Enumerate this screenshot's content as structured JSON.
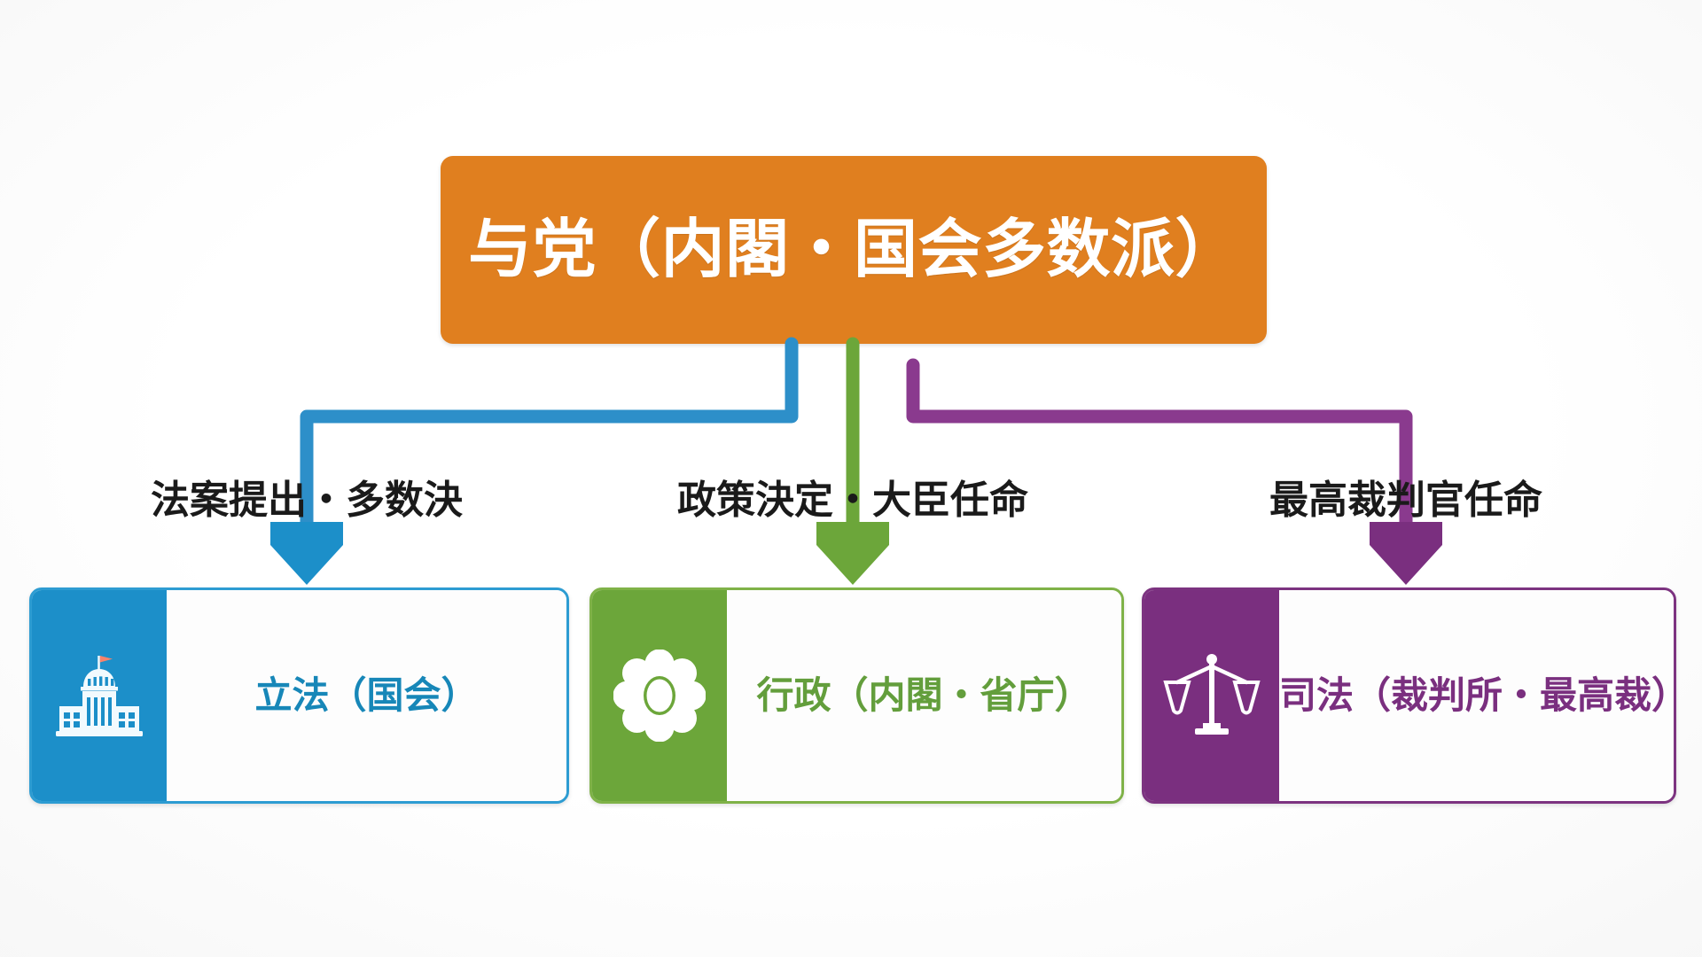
{
  "diagram": {
    "type": "hierarchy-flow",
    "title_box": {
      "label": "与党（内閣・国会多数派）",
      "color": "#E07F1F",
      "text_color": "#FFFFFF"
    },
    "branches": [
      {
        "key": "legislative",
        "connector_label": "法案提出・多数決",
        "arrow_color": "#1C8FC9",
        "line_color": "#2D8FC9",
        "card": {
          "label": "立法（国会）",
          "icon": "capitol-building-icon",
          "icon_panel_color": "#1C8FC9",
          "border_color": "#2D9CD2",
          "text_color": "#1787B8"
        }
      },
      {
        "key": "executive",
        "connector_label": "政策決定・大臣任命",
        "arrow_color": "#6CA63A",
        "line_color": "#6CA63A",
        "card": {
          "label": "行政（内閣・省庁）",
          "icon": "government-flower-emblem-icon",
          "icon_panel_color": "#6CA63A",
          "border_color": "#7FB248",
          "text_color": "#639E3C"
        }
      },
      {
        "key": "judiciary",
        "connector_label": "最高裁判官任命",
        "arrow_color": "#7A2F7F",
        "line_color": "#8A3A8E",
        "card": {
          "label": "司法（裁判所・最高裁）",
          "icon": "scales-of-justice-icon",
          "icon_panel_color": "#7A2F7F",
          "border_color": "#7C3380",
          "text_color": "#7A2F7F"
        }
      }
    ],
    "background_color": "#FFFFFF"
  }
}
